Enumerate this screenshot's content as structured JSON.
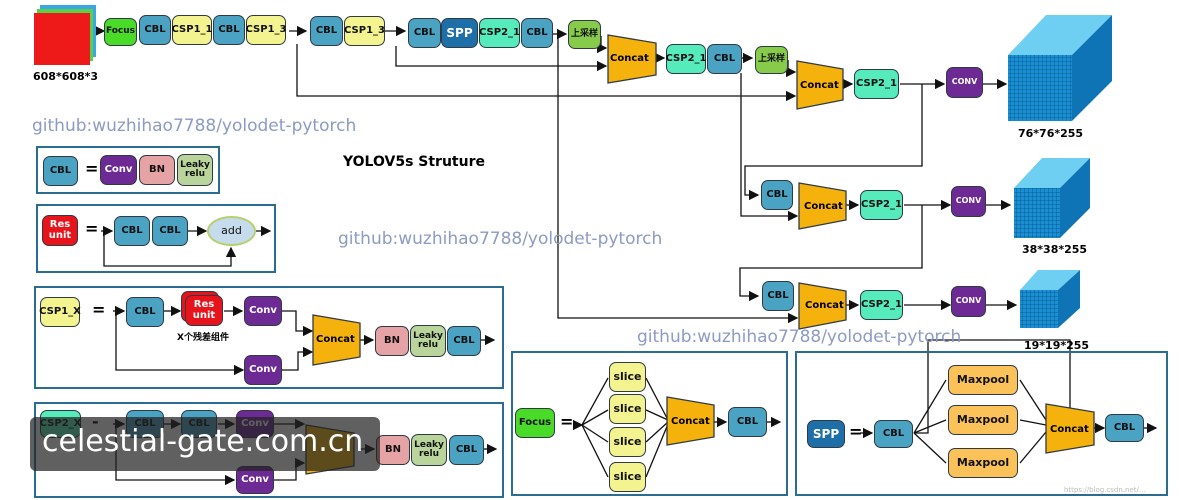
{
  "title": "YOLOV5s Struture",
  "watermark": "github:wuzhihao7788/yolodet-pytorch",
  "input_size": "608*608*3",
  "outputs": [
    "76*76*255",
    "38*38*255",
    "19*19*255"
  ],
  "labels": {
    "focus": "Focus",
    "cbl": "CBL",
    "csp1_1": "CSP1_1",
    "csp1_3": "CSP1_3",
    "spp": "SPP",
    "csp2_1": "CSP2_1",
    "upsample": "上采样",
    "concat": "Concat",
    "conv_out": "CONV",
    "conv": "Conv",
    "bn": "BN",
    "leaky": "Leaky relu",
    "res_unit": "Res unit",
    "add": "add",
    "csp1_x": "CSP1_X",
    "csp2_x": "CSP2_X",
    "x_res": "X个残差组件",
    "slice": "slice",
    "maxpool": "Maxpool",
    "eq": "=",
    "eq_cbl": "= CBL",
    "dash": "-"
  },
  "overlay": {
    "text": "celestial-gate.com.cn"
  },
  "footer_small": "https://blog.csdn.net/..."
}
